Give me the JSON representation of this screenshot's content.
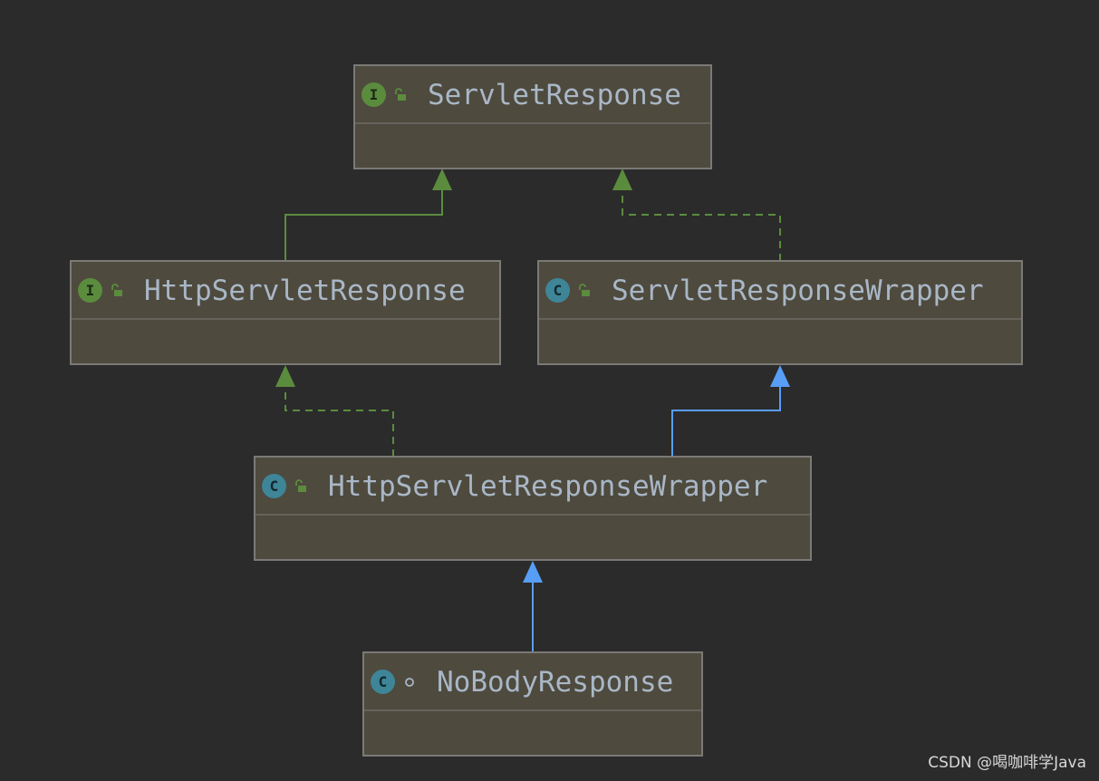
{
  "nodes": {
    "servlet_response": {
      "name": "ServletResponse",
      "kind": "interface",
      "badge": "I",
      "visibility": "public"
    },
    "http_servlet_response": {
      "name": "HttpServletResponse",
      "kind": "interface",
      "badge": "I",
      "visibility": "public"
    },
    "servlet_response_wrapper": {
      "name": "ServletResponseWrapper",
      "kind": "class",
      "badge": "C",
      "visibility": "public"
    },
    "http_servlet_response_wrapper": {
      "name": "HttpServletResponseWrapper",
      "kind": "class",
      "badge": "C",
      "visibility": "public"
    },
    "no_body_response": {
      "name": "NoBodyResponse",
      "kind": "class",
      "badge": "C",
      "visibility": "package-private"
    }
  },
  "edges": [
    {
      "from": "http_servlet_response",
      "to": "servlet_response",
      "relation": "extends-interface",
      "style": "solid",
      "color": "#5b8c3e"
    },
    {
      "from": "servlet_response_wrapper",
      "to": "servlet_response",
      "relation": "implements",
      "style": "dashed",
      "color": "#5b8c3e"
    },
    {
      "from": "http_servlet_response_wrapper",
      "to": "http_servlet_response",
      "relation": "implements",
      "style": "dashed",
      "color": "#5b8c3e"
    },
    {
      "from": "http_servlet_response_wrapper",
      "to": "servlet_response_wrapper",
      "relation": "extends",
      "style": "solid",
      "color": "#589df6"
    },
    {
      "from": "no_body_response",
      "to": "http_servlet_response_wrapper",
      "relation": "extends",
      "style": "solid",
      "color": "#589df6"
    }
  ],
  "colors": {
    "background": "#2b2b2b",
    "node_fill": "#4e4a3e",
    "node_border": "#7b7a76",
    "interface_badge": "#5b8c3e",
    "class_badge": "#3e8598",
    "title_text": "#a9b7c6",
    "implements_edge": "#5b8c3e",
    "extends_edge": "#589df6"
  },
  "watermark": "CSDN @喝咖啡学Java"
}
